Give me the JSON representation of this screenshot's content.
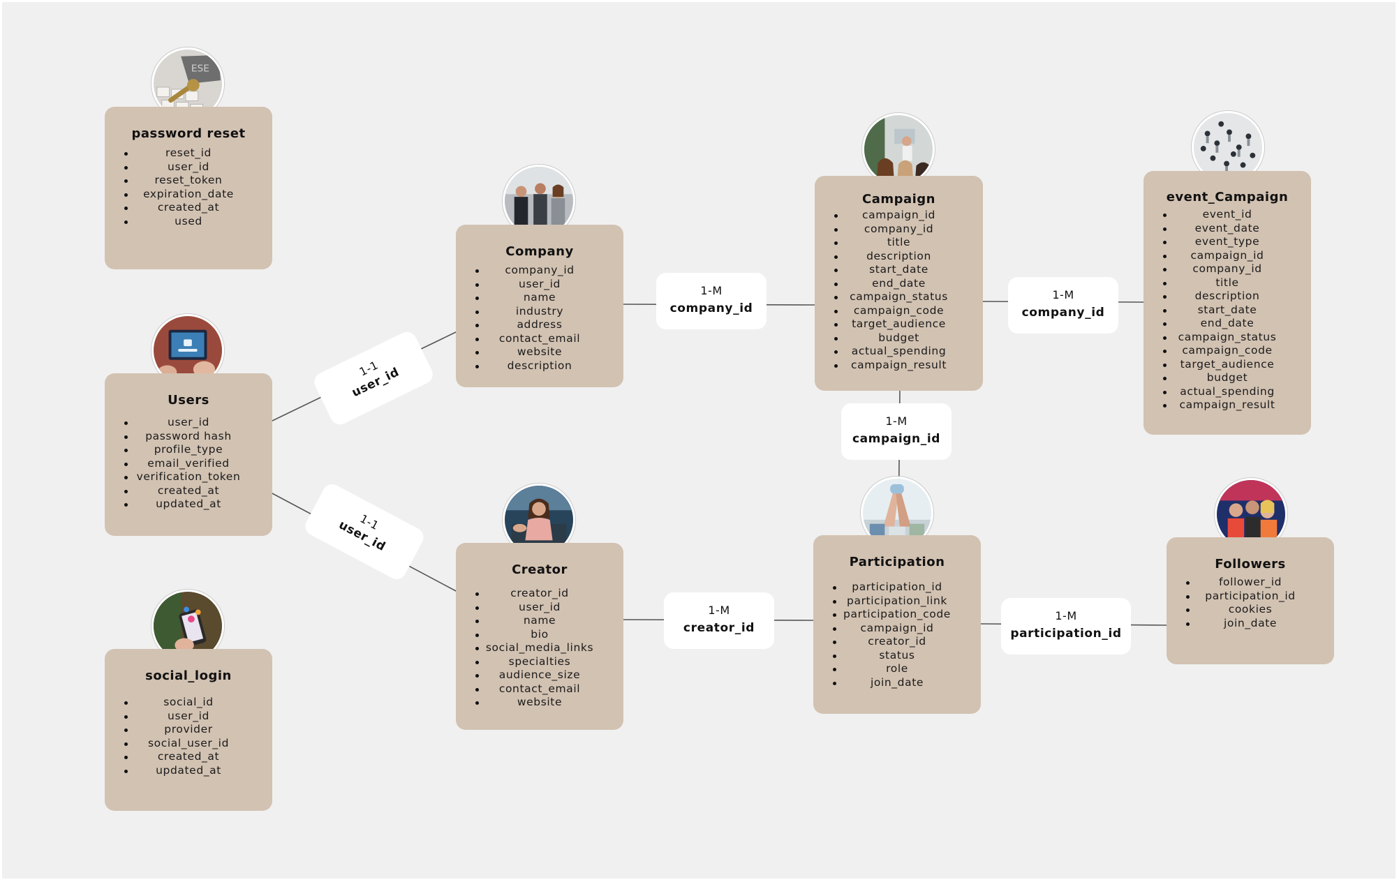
{
  "entities": {
    "password_reset": {
      "title": "password reset",
      "fields": [
        "reset_id",
        "user_id",
        "reset_token",
        "expiration_date",
        "created_at",
        "used"
      ],
      "image": "key-keyboard-photo"
    },
    "users": {
      "title": "Users",
      "fields": [
        "user_id",
        "password hash",
        "profile_type",
        "email_verified",
        "verification_token",
        "created_at",
        "updated_at"
      ],
      "image": "tablet-lock-photo"
    },
    "social_login": {
      "title": "social_login",
      "fields": [
        "social_id",
        "user_id",
        "provider",
        "social_user_id",
        "created_at",
        "updated_at"
      ],
      "image": "phone-social-photo"
    },
    "company": {
      "title": "Company",
      "fields": [
        "company_id",
        "user_id",
        "name",
        "industry",
        "address",
        "contact_email",
        "website",
        "description"
      ],
      "image": "business-people-photo"
    },
    "creator": {
      "title": "Creator",
      "fields": [
        "creator_id",
        "user_id",
        "name",
        "bio",
        "social_media_links",
        "specialties",
        "audience_size",
        "contact_email",
        "website"
      ],
      "image": "creator-woman-photo"
    },
    "campaign": {
      "title": "Campaign",
      "fields": [
        "campaign_id",
        "company_id",
        "title",
        "description",
        "start_date",
        "end_date",
        "campaign_status",
        "campaign_code",
        "target_audience",
        "budget",
        "actual_spending",
        "campaign_result"
      ],
      "image": "meeting-photo"
    },
    "participation": {
      "title": "Participation",
      "fields": [
        "participation_id",
        "participation_link",
        "participation_code",
        "campaign_id",
        "creator_id",
        "status",
        "role",
        "join_date"
      ],
      "image": "team-hands-photo"
    },
    "event_campaign": {
      "title": "event_Campaign",
      "fields": [
        "event_id",
        "event_date",
        "event_type",
        "campaign_id",
        "company_id",
        "title",
        "description",
        "start_date",
        "end_date",
        "campaign_status",
        "campaign_code",
        "target_audience",
        "budget",
        "actual_spending",
        "campaign_result"
      ],
      "image": "crowd-photo"
    },
    "followers": {
      "title": "Followers",
      "fields": [
        "follower_id",
        "participation_id",
        "cookies",
        "join_date"
      ],
      "image": "friends-selfie-photo"
    }
  },
  "relationships": {
    "users_company": {
      "cardinality": "1-1",
      "key": "user_id"
    },
    "users_creator": {
      "cardinality": "1-1",
      "key": "user_id"
    },
    "company_campaign": {
      "cardinality": "1-M",
      "key": "company_id"
    },
    "campaign_event": {
      "cardinality": "1-M",
      "key": "company_id"
    },
    "campaign_participation": {
      "cardinality": "1-M",
      "key": "campaign_id"
    },
    "creator_participation": {
      "cardinality": "1-M",
      "key": "creator_id"
    },
    "participation_followers": {
      "cardinality": "1-M",
      "key": "participation_id"
    }
  },
  "colors": {
    "background": "#f0f0f0",
    "entity_fill": "#d2c2b2",
    "label_fill": "#ffffff",
    "connector": "#555555"
  }
}
